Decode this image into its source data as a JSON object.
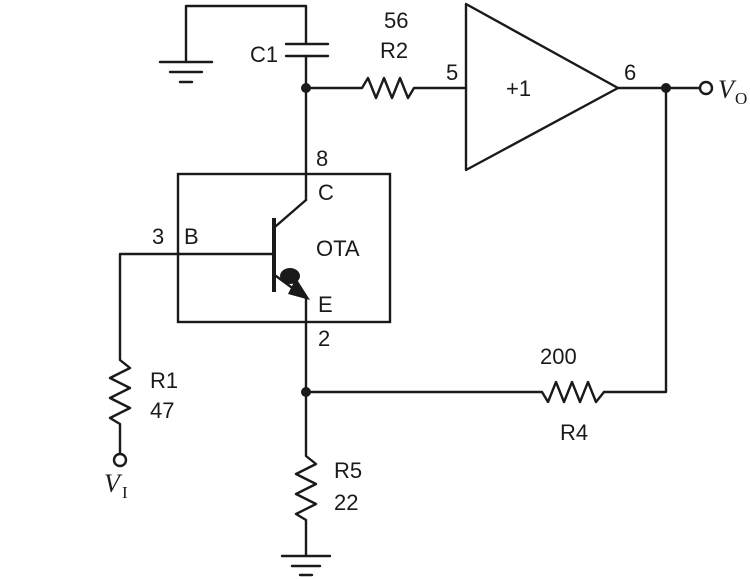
{
  "capacitor": {
    "name": "C1"
  },
  "resistor_r2": {
    "name": "R2",
    "value": "56"
  },
  "resistor_r1": {
    "name": "R1",
    "value": "47"
  },
  "resistor_r4": {
    "name": "R4",
    "value": "200"
  },
  "resistor_r5": {
    "name": "R5",
    "value": "22"
  },
  "buffer": {
    "label": "+1",
    "pin_in": "5",
    "pin_out": "6"
  },
  "ota": {
    "label": "OTA",
    "pin_c": "8",
    "pin_b": "3",
    "pin_e": "2",
    "terminal_c": "C",
    "terminal_b": "B",
    "terminal_e": "E"
  },
  "input": {
    "symbol": "V",
    "subscript": "I"
  },
  "output": {
    "symbol": "V",
    "subscript": "O"
  }
}
